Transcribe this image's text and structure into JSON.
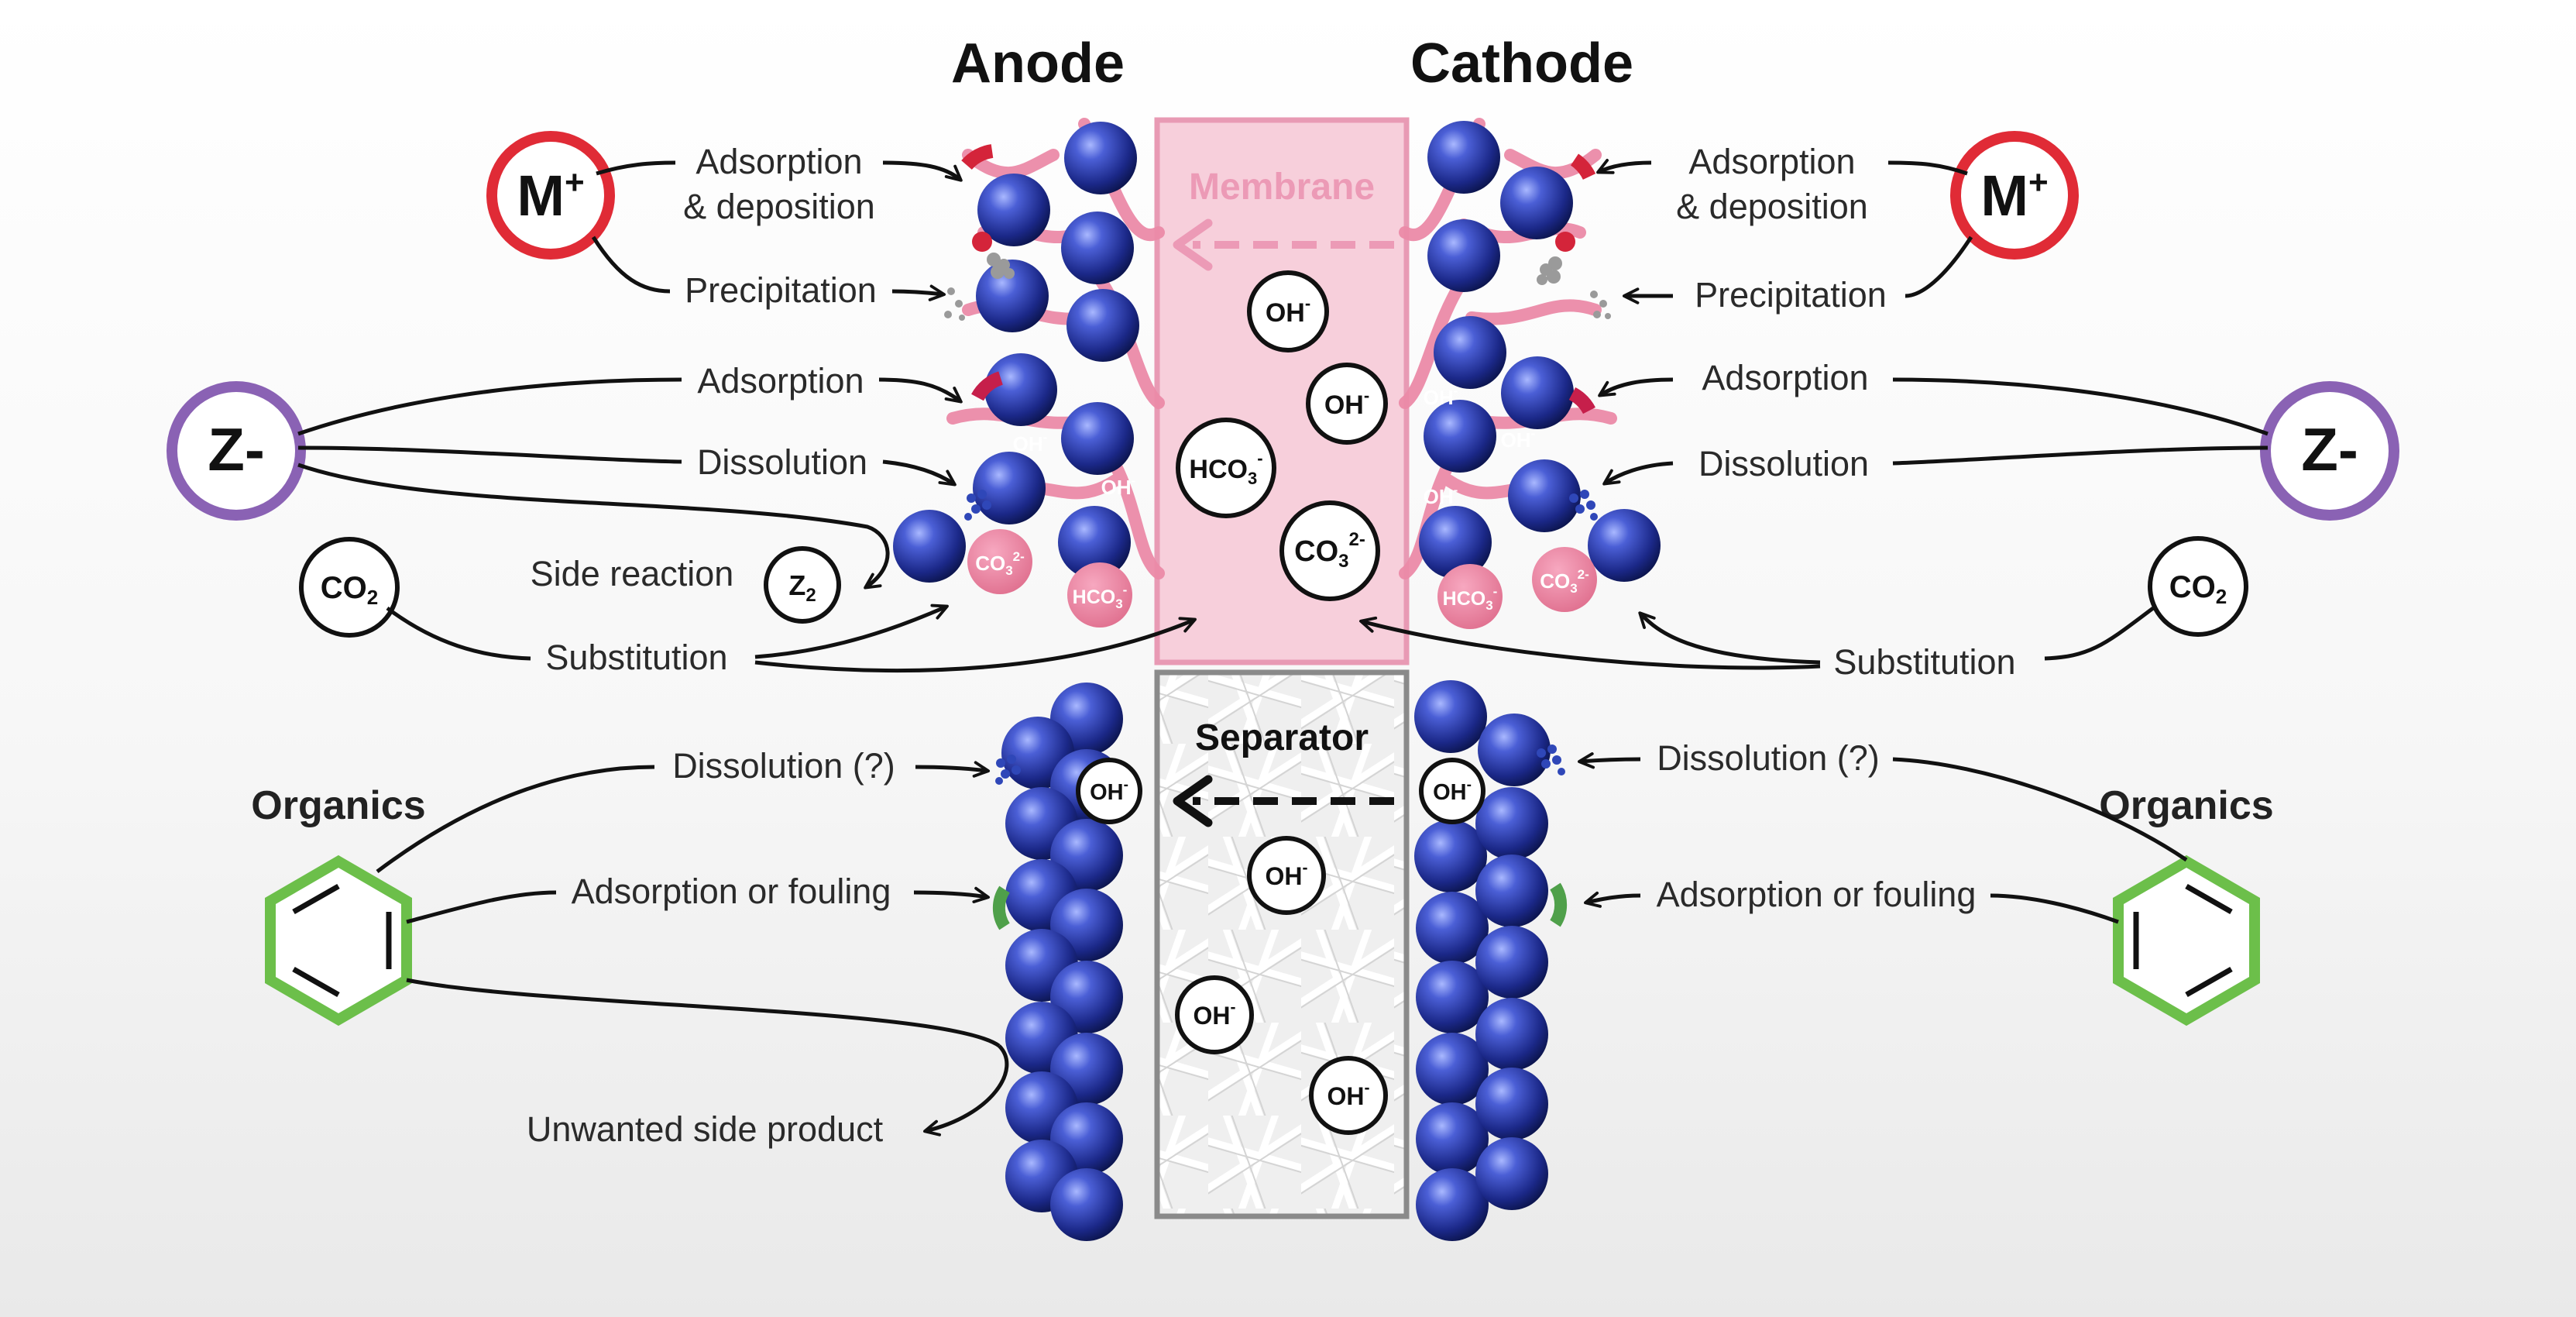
{
  "headers": {
    "anode": "Anode",
    "cathode": "Cathode"
  },
  "zones": {
    "membrane": "Membrane",
    "separator": "Separator"
  },
  "species": {
    "cation": "M+",
    "anion": "Z-",
    "co2": "CO2",
    "z2": "Z2",
    "organics": "Organics"
  },
  "ions": {
    "oh": "OH-",
    "hco3": "HCO3-",
    "co3": "CO3 2-"
  },
  "labels": {
    "adsorption_deposition_1": "Adsorption",
    "adsorption_deposition_2": "& deposition",
    "precipitation": "Precipitation",
    "adsorption": "Adsorption",
    "dissolution": "Dissolution",
    "side_reaction": "Side reaction",
    "substitution": "Substitution",
    "dissolution_q": "Dissolution (?)",
    "adsorption_fouling": "Adsorption or fouling",
    "unwanted_side_product": "Unwanted side product"
  },
  "colors": {
    "cation_ring": "#e02b36",
    "anion_ring": "#8a62b4",
    "benzene_ring": "#6cbf4a",
    "membrane_fill": "#f7cfdb",
    "membrane_border": "#e89ab4",
    "ionomer": "#eb8aa8",
    "separator_fill": "#f1f1f1",
    "separator_border": "#8a8a8a",
    "particle_blue": "#1c2c8c",
    "deposit_red": "#d4243a",
    "fouling_green": "#4fa04a"
  }
}
